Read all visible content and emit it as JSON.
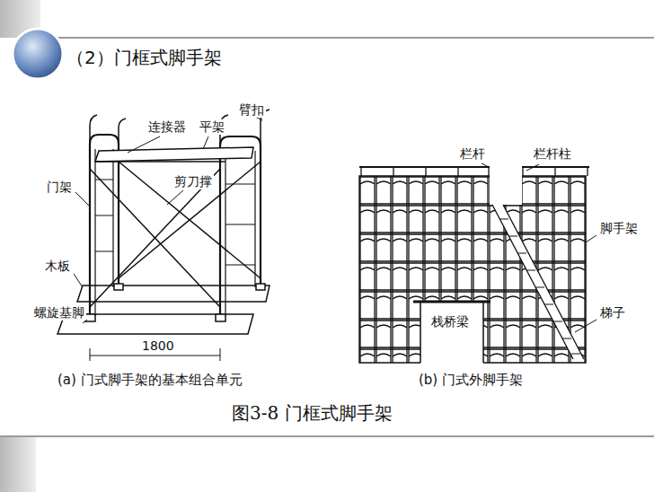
{
  "diagram": {
    "title": "（2）门框式脚手架",
    "caption": "图3-8 门框式脚手架",
    "labels": [
      "连接器",
      "平架",
      "臂扣",
      "剪刀撑",
      "门架",
      "木板",
      "螺旋基脚",
      "1800",
      "(a) 门式脚手架的基本组合单元",
      "栏杆",
      "栏杆柱",
      "脚手架",
      "梯子",
      "栈桥梁",
      "(b) 门式外脚手架"
    ]
  }
}
